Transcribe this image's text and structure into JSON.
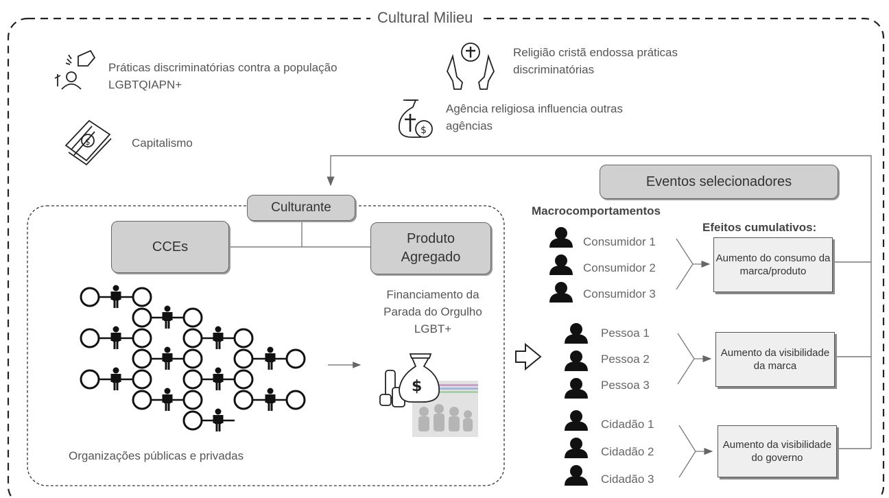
{
  "milieu": {
    "title": "Cultural Milieu"
  },
  "context": {
    "discrimination": {
      "text": "Práticas discriminatórias contra a população LGBTQIAPN+",
      "icon": "protest-fist-icon"
    },
    "capitalism": {
      "text": "Capitalismo",
      "icon": "money-bills-icon"
    },
    "religion": {
      "text": "Religião cristã endossa práticas discriminatórias",
      "icon": "praying-hands-cross-icon"
    },
    "agency": {
      "text": "Agência religiosa influencia outras agências",
      "icon": "money-bag-cross-icon"
    }
  },
  "culturant": {
    "label": "Culturante",
    "cces_label": "CCEs",
    "product_label": "Produto Agregado",
    "product_desc": "Financiamento da Parada do Orgulho LGBT+",
    "organizations_label": "Organizações públicas e privadas"
  },
  "selection": {
    "events_label": "Eventos selecionadores",
    "macro_label": "Macrocomportamentos",
    "effects_label": "Efeitos cumulativos:",
    "groups": [
      {
        "members": [
          "Consumidor 1",
          "Consumidor 2",
          "Consumidor 3"
        ],
        "effect": "Aumento do consumo da marca/produto"
      },
      {
        "members": [
          "Pessoa 1",
          "Pessoa 2",
          "Pessoa 3"
        ],
        "effect": "Aumento da visibilidade da marca"
      },
      {
        "members": [
          "Cidadão 1",
          "Cidadão 2",
          "Cidadão 3"
        ],
        "effect": "Aumento da visibilidade do governo"
      }
    ]
  }
}
